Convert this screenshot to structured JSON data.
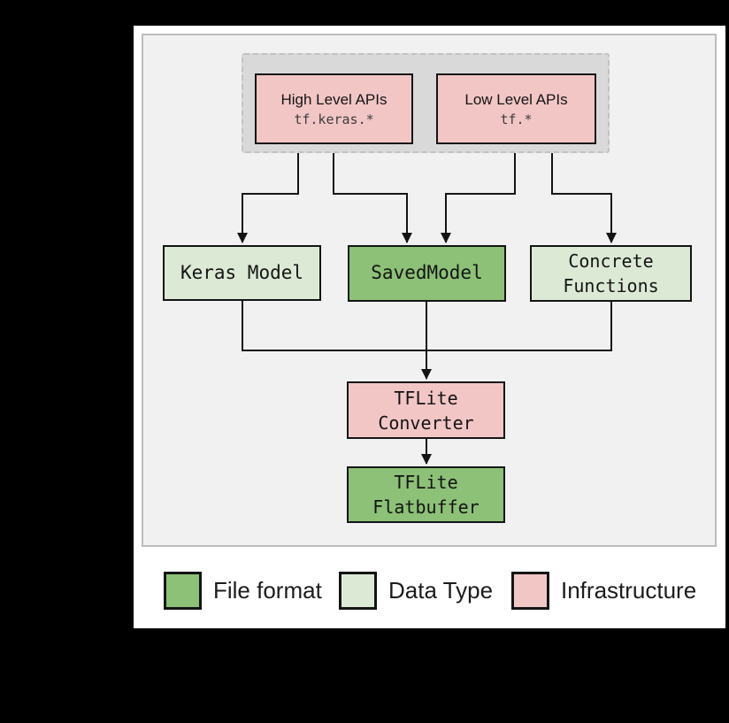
{
  "palette": {
    "file_format": "#8cc177",
    "data_type": "#dcead5",
    "infrastructure": "#f3c6c6",
    "api_container_bg": "#d9d9d9",
    "panel_bg": "#f1f1f2",
    "connector": "#141414"
  },
  "diagram": {
    "api_container": {
      "high_level_apis": {
        "title": "High Level APIs",
        "code": "tf.keras.*"
      },
      "low_level_apis": {
        "title": "Low Level APIs",
        "code": "tf.*"
      }
    },
    "keras_model": {
      "label": "Keras Model"
    },
    "saved_model": {
      "label": "SavedModel"
    },
    "concrete_functions": {
      "label": "Concrete\nFunctions"
    },
    "tflite_converter": {
      "label": "TFLite\nConverter"
    },
    "tflite_flatbuffer": {
      "label": "TFLite\nFlatbuffer"
    }
  },
  "legend": {
    "items": [
      {
        "label": "File format",
        "color": "#8cc177"
      },
      {
        "label": "Data Type",
        "color": "#dcead5"
      },
      {
        "label": "Infrastructure",
        "color": "#f3c6c6"
      }
    ]
  }
}
